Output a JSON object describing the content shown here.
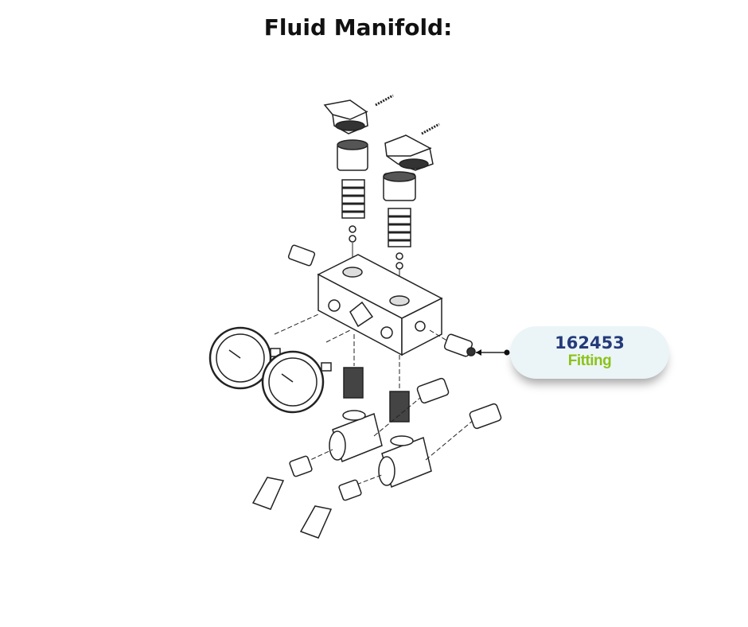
{
  "title": "Fluid Manifold:",
  "callout": {
    "part_number": "162453",
    "part_name": "Fitting"
  },
  "colors": {
    "part_number": "#253a7a",
    "part_name": "#8cc21a",
    "callout_bg": "#ebf5f7"
  }
}
